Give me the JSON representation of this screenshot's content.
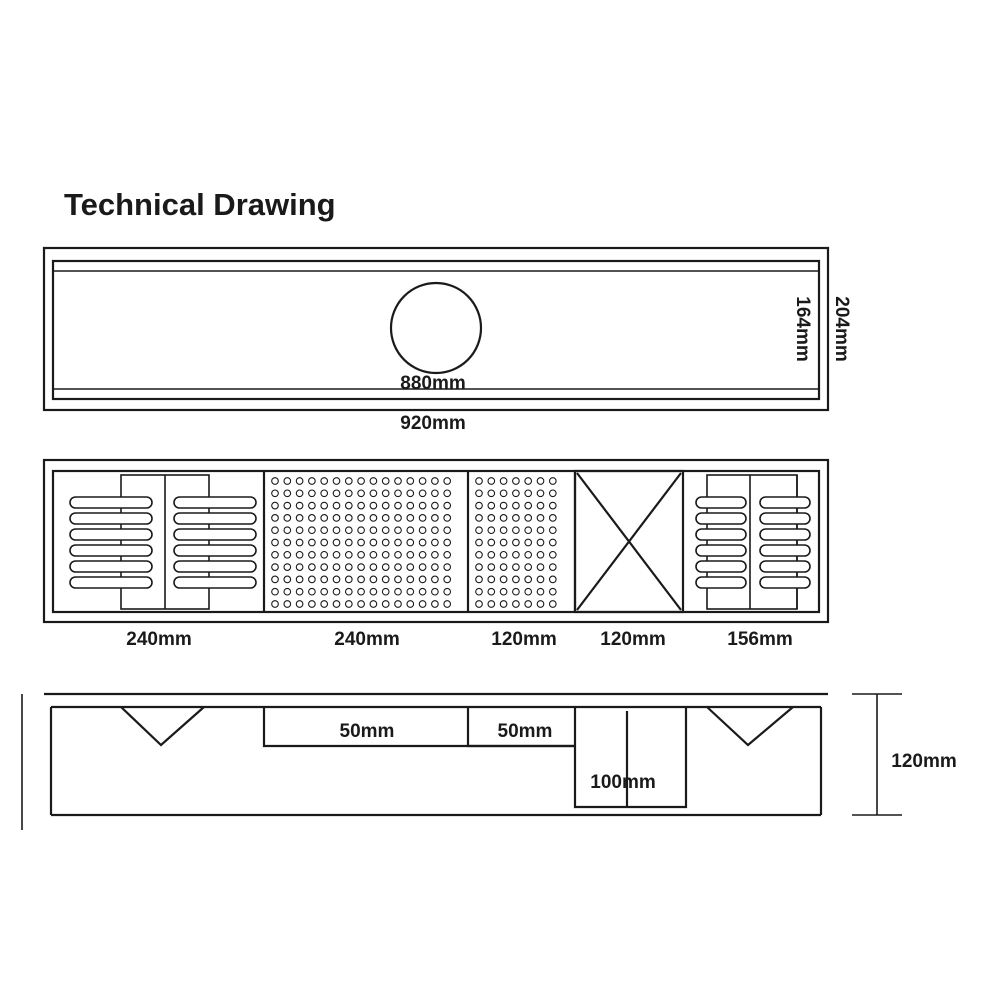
{
  "title": "Technical Drawing",
  "top_view": {
    "inner_length": "880mm",
    "outer_length": "920mm",
    "inner_width": "164mm",
    "outer_width": "204mm"
  },
  "grate_view": {
    "sections": [
      {
        "label": "240mm",
        "pattern": "slotted"
      },
      {
        "label": "240mm",
        "pattern": "perforated"
      },
      {
        "label": "120mm",
        "pattern": "perforated"
      },
      {
        "label": "120mm",
        "pattern": "outlet"
      },
      {
        "label": "156mm",
        "pattern": "slotted"
      }
    ]
  },
  "side_view": {
    "depth_1": "50mm",
    "depth_2": "50mm",
    "outlet_depth": "100mm",
    "overall_height": "120mm"
  },
  "colors": {
    "line": "#1a1a1a",
    "background": "#ffffff"
  }
}
